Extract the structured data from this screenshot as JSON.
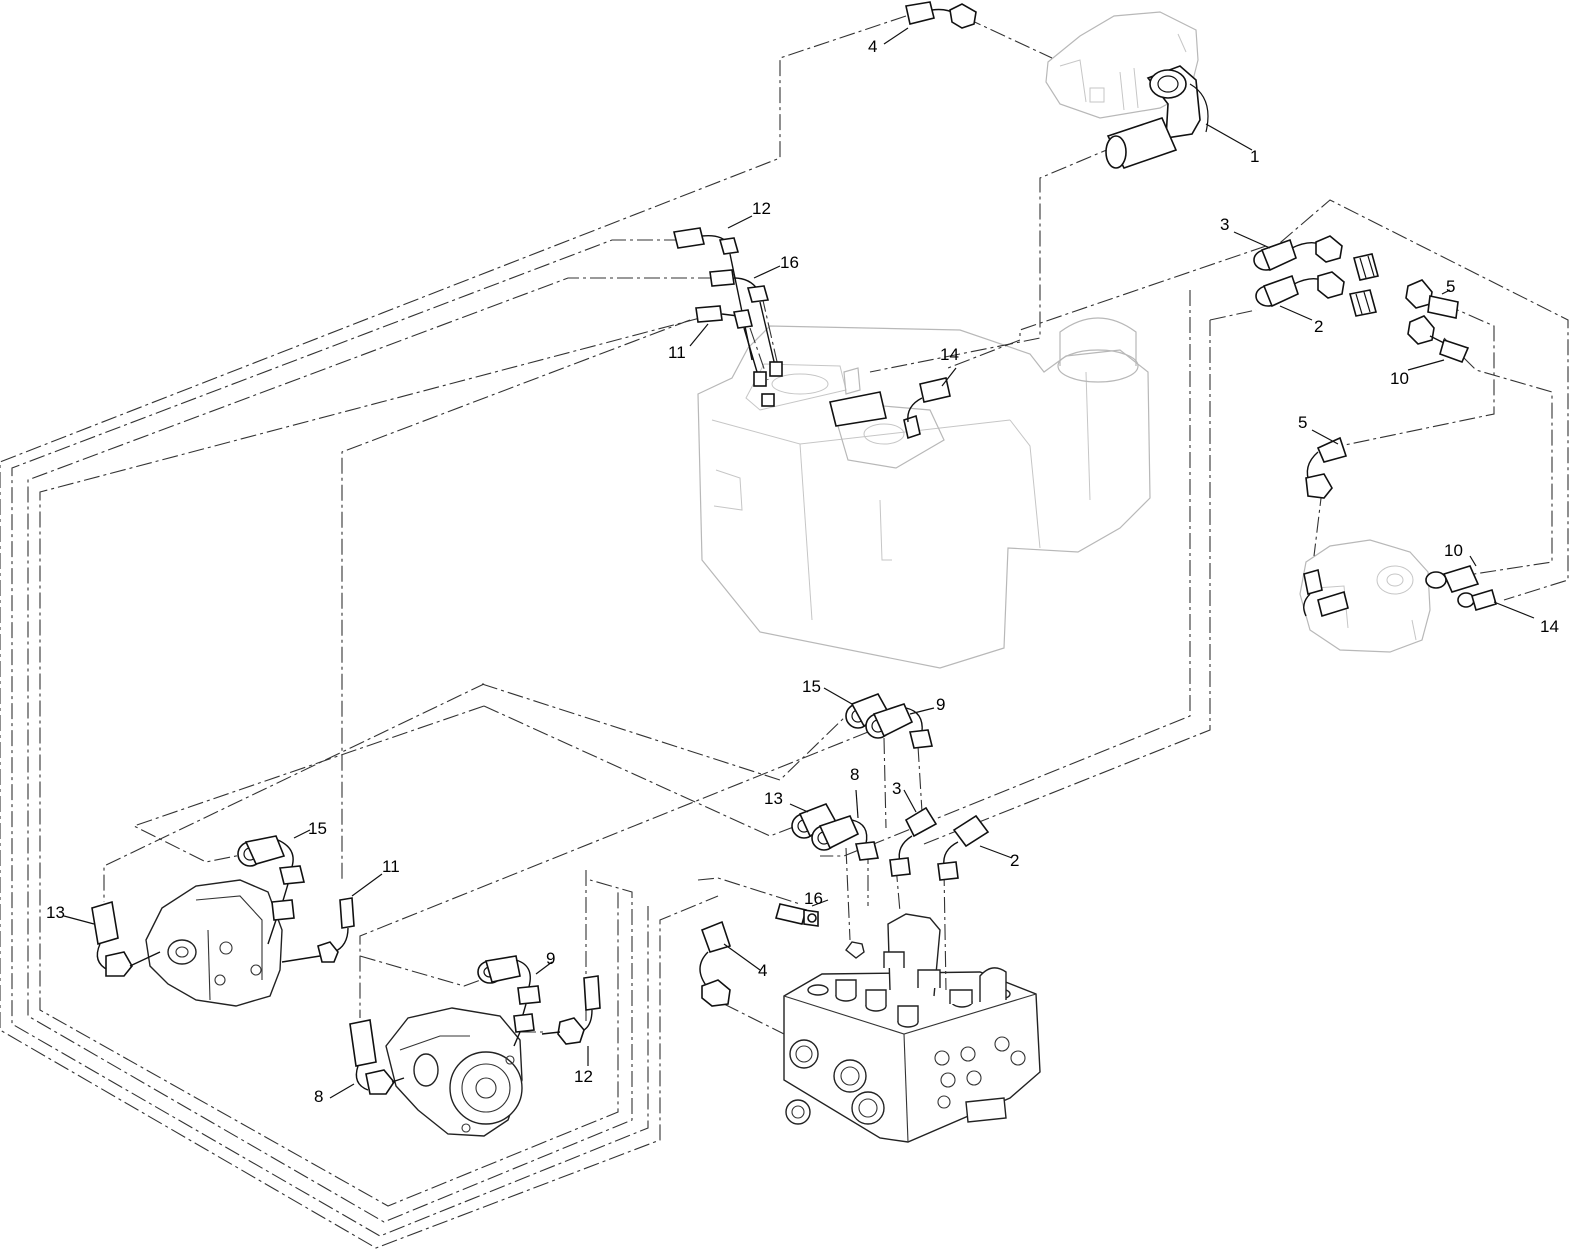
{
  "callouts": [
    {
      "id": "c-4-top",
      "text": "4"
    },
    {
      "id": "c-1",
      "text": "1"
    },
    {
      "id": "c-12-top",
      "text": "12"
    },
    {
      "id": "c-16-top",
      "text": "16"
    },
    {
      "id": "c-11-top",
      "text": "11"
    },
    {
      "id": "c-14-top",
      "text": "14"
    },
    {
      "id": "c-3-top",
      "text": "3"
    },
    {
      "id": "c-2-top",
      "text": "2"
    },
    {
      "id": "c-5-top",
      "text": "5"
    },
    {
      "id": "c-10-top",
      "text": "10"
    },
    {
      "id": "c-5-mid",
      "text": "5"
    },
    {
      "id": "c-10-mid",
      "text": "10"
    },
    {
      "id": "c-14-right",
      "text": "14"
    },
    {
      "id": "c-15-mid",
      "text": "15"
    },
    {
      "id": "c-9-mid",
      "text": "9"
    },
    {
      "id": "c-13-mid",
      "text": "13"
    },
    {
      "id": "c-8-mid",
      "text": "8"
    },
    {
      "id": "c-3-mid",
      "text": "3"
    },
    {
      "id": "c-2-mid",
      "text": "2"
    },
    {
      "id": "c-15-left",
      "text": "15"
    },
    {
      "id": "c-13-left",
      "text": "13"
    },
    {
      "id": "c-11-left",
      "text": "11"
    },
    {
      "id": "c-16-low",
      "text": "16"
    },
    {
      "id": "c-4-low",
      "text": "4"
    },
    {
      "id": "c-9-low",
      "text": "9"
    },
    {
      "id": "c-12-low",
      "text": "12"
    },
    {
      "id": "c-8-low",
      "text": "8"
    }
  ]
}
